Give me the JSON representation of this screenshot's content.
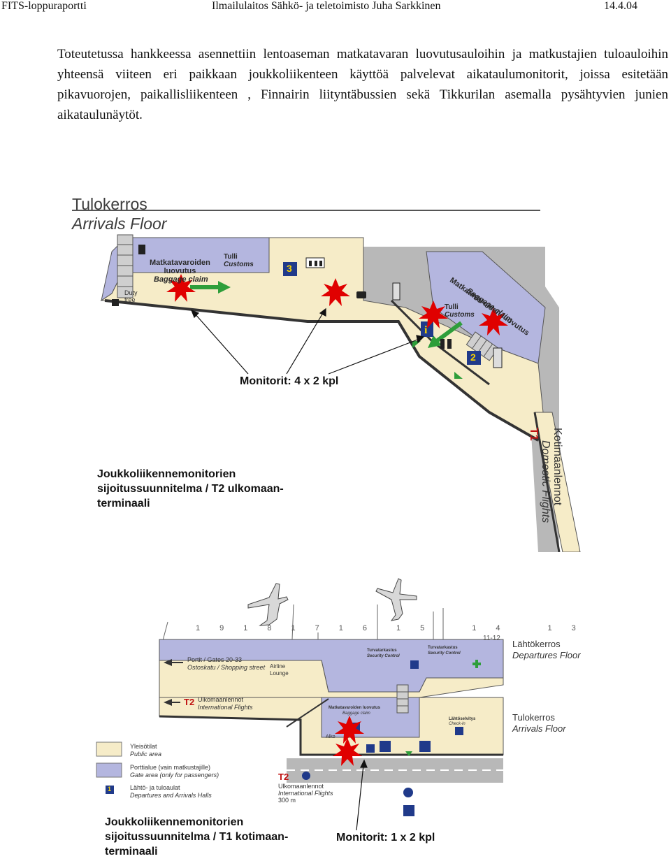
{
  "header": {
    "left": "FITS-loppuraportti",
    "center": "Ilmailulaitos Sähkö- ja teletoimisto Juha Sarkkinen",
    "right": "14.4.04"
  },
  "paragraph": "Toteutetussa hankkeessa asennettiin lentoaseman matkatavaran luovutusauloihin ja matkustajien tuloauloihin yhteensä viiteen eri paikkaan joukkoliikenteen käyttöä palvelevat aikataulumonitorit, joissa esitetään pikavuorojen, paikallisliikenteen , Finnairin liityntäbussien sekä Tikkurilan asemalla pysähtyvien junien aikataulunäytöt.",
  "map1": {
    "title_fi": "Tulokerros",
    "title_en": "Arrivals Floor",
    "baggage_fi": "Matkatavaroiden\nluovutus",
    "baggage_en": "Baggage claim",
    "customs_fi": "Tulli",
    "customs_en": "Customs",
    "duty_free": "Duty\nfree",
    "gate3": "3",
    "gate2": "2",
    "baggage2_fi": "Matkatavaroiden luovutus",
    "baggage2_en": "Baggage claim",
    "customs2_fi": "Tulli",
    "customs2_en": "Customs",
    "t1_label": "T1",
    "t1_fi": "Kotimaanlennot",
    "t1_en": "Domestic Flights",
    "monitor_label": "Monitorit: 4 x 2 kpl",
    "caption": "Joukkoliikennemonitorien\nsijoitussuunnitelma / T2 ulkomaan-\nterminaali",
    "colors": {
      "public": "#f6ecc8",
      "gate": "#b4b6df",
      "grey": "#b8b8b8",
      "marker": "#e00000",
      "arrow": "#2e9e3a"
    }
  },
  "map2": {
    "gates": [
      "19",
      "18",
      "17",
      "16",
      "15",
      "14",
      "13",
      "11-12"
    ],
    "departures_fi": "Lähtökerros",
    "departures_en": "Departures Floor",
    "arrivals_fi": "Tulokerros",
    "arrivals_en": "Arrivals Floor",
    "portit": "Portit / Gates 20-33",
    "ostoskatu": "Ostoskatu / Shopping street",
    "airline": "Airline\nLounge",
    "t2_label": "T2",
    "t2_fi": "Ulkomaanlennot",
    "t2_en": "International Flights",
    "security_fi": "Turvatarkastus",
    "security_en": "Security Control",
    "baggage_fi": "Matkatavaroiden luovutus",
    "baggage_en": "Baggage claim",
    "checkin_fi": "Lähtöselvitys",
    "checkin_en": "Check-in",
    "alko": "Alko",
    "t2_bottom_fi": "Ulkomaanlennot",
    "t2_bottom_en": "International Flights",
    "t2_bottom_dist": "300 m",
    "legend": [
      {
        "fi": "Yleisötilat",
        "en": "Public area",
        "color": "#f6ecc8"
      },
      {
        "fi": "Porttialue (vain matkustajille)",
        "en": "Gate area (only for passengers)",
        "color": "#b4b6df"
      },
      {
        "fi": "Lähtö- ja tuloaulat",
        "en": "Departures and Arrivals Halls",
        "icon": "1"
      }
    ],
    "caption": "Joukkoliikennemonitorien\nsijoitussuunnitelma / T1 kotimaan-\nterminaali",
    "monitor_label": "Monitorit: 1 x 2 kpl"
  }
}
